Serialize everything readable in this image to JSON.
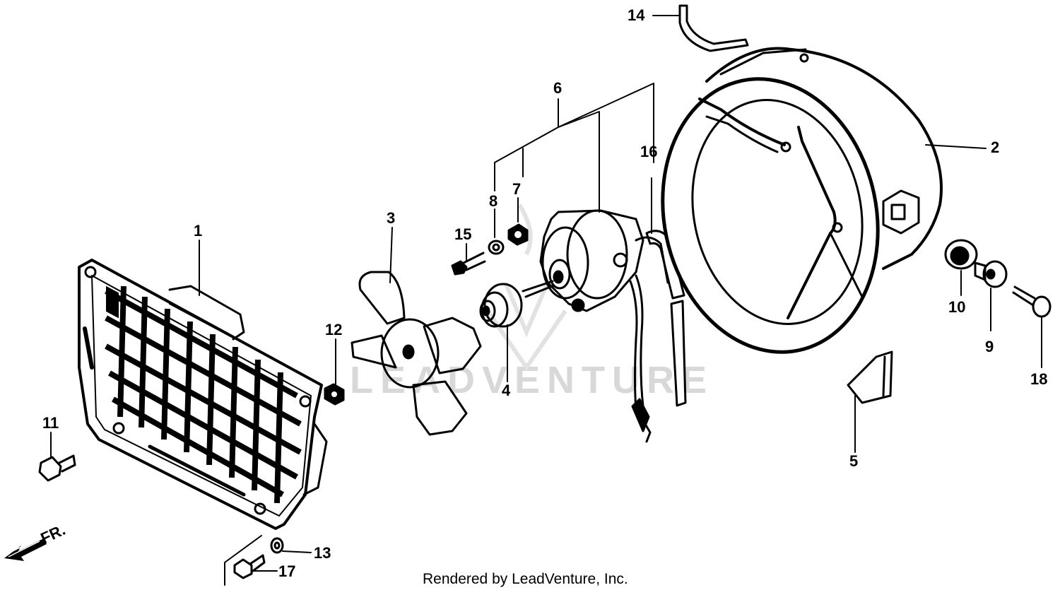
{
  "watermark": "LEADVENTURE",
  "credit": "Rendered by LeadVenture, Inc.",
  "direction_label": "FR.",
  "callouts": {
    "p1": "1",
    "p2": "2",
    "p3": "3",
    "p4": "4",
    "p5": "5",
    "p6": "6",
    "p7": "7",
    "p8": "8",
    "p9": "9",
    "p10": "10",
    "p11": "11",
    "p12": "12",
    "p13": "13",
    "p14": "14",
    "p15": "15",
    "p16": "16",
    "p17": "17",
    "p18": "18"
  },
  "parts": [
    {
      "ref": "1",
      "name": "grille"
    },
    {
      "ref": "2",
      "name": "fan-shroud"
    },
    {
      "ref": "3",
      "name": "fan-blade"
    },
    {
      "ref": "4",
      "name": "boss-nut"
    },
    {
      "ref": "5",
      "name": "bracket"
    },
    {
      "ref": "6",
      "name": "fan-motor"
    },
    {
      "ref": "7",
      "name": "nut"
    },
    {
      "ref": "8",
      "name": "washer"
    },
    {
      "ref": "9",
      "name": "collar"
    },
    {
      "ref": "10",
      "name": "grommet"
    },
    {
      "ref": "11",
      "name": "bolt"
    },
    {
      "ref": "12",
      "name": "nut"
    },
    {
      "ref": "13",
      "name": "washer"
    },
    {
      "ref": "14",
      "name": "clip"
    },
    {
      "ref": "15",
      "name": "bolt"
    },
    {
      "ref": "16",
      "name": "tube"
    },
    {
      "ref": "17",
      "name": "bolt"
    },
    {
      "ref": "18",
      "name": "bolt"
    }
  ]
}
